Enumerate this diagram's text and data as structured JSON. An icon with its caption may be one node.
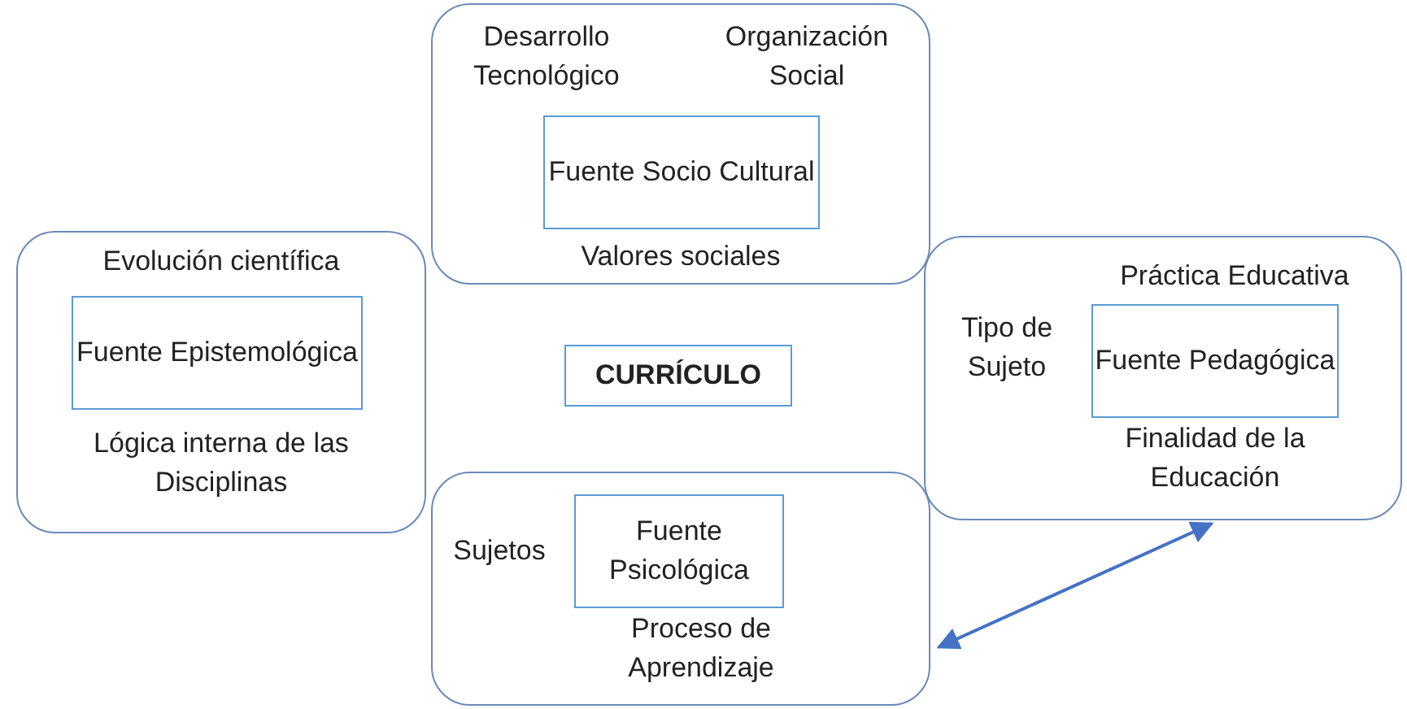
{
  "diagram": {
    "nodes": [
      {
        "text": [
          "Desarrollo Tecnológico",
          "Organización Social",
          "Valores sociales"
        ]
      },
      {
        "text": [
          "Fuente Socio Cultural"
        ],
        "in": 0
      },
      {
        "text": [
          "Evolución científica",
          "Lógica interna de las Disciplinas"
        ]
      },
      {
        "text": [
          "Fuente Epistemológica"
        ],
        "in": 2
      },
      {
        "text": [
          "CURRÍCULO"
        ]
      },
      {
        "text": [
          "Práctica Educativa",
          "Tipo de Sujeto",
          "Finalidad de la Educación"
        ]
      },
      {
        "text": [
          "Fuente Pedagógica"
        ],
        "in": 5
      },
      {
        "text": [
          "Sujetos",
          "Proceso de Aprendizaje"
        ]
      },
      {
        "text": [
          "Fuente Psicológica"
        ],
        "in": 7
      }
    ],
    "edges": [
      {
        "from": 7,
        "to": 5,
        "arrow": "both"
      }
    ]
  }
}
